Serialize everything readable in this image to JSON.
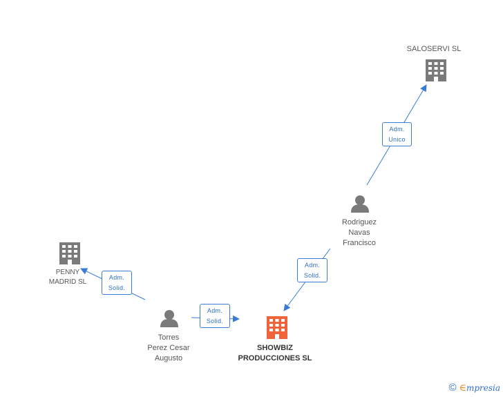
{
  "colors": {
    "edge": "#3a7bd5",
    "company": "#7a7a7a",
    "focus_company": "#f0643c",
    "person": "#7a7a7a",
    "label_text": "#555555"
  },
  "nodes": {
    "saloservi": {
      "label": "SALOSERVI SL",
      "icon": "building-icon"
    },
    "rodriguez": {
      "label": "Rodriguez\nNavas\nFrancisco",
      "icon": "person-icon"
    },
    "penny": {
      "label": "PENNY\nMADRID  SL",
      "icon": "building-icon"
    },
    "torres": {
      "label": "Torres\nPerez Cesar\nAugusto",
      "icon": "person-icon"
    },
    "showbiz": {
      "label": "SHOWBIZ\nPRODUCCIONES SL",
      "icon": "building-icon"
    }
  },
  "edges": {
    "rodriguez_saloservi": {
      "label": "Adm.\nUnico"
    },
    "rodriguez_showbiz": {
      "label": "Adm.\nSolid."
    },
    "torres_penny": {
      "label": "Adm.\nSolid."
    },
    "torres_showbiz": {
      "label": "Adm.\nSolid."
    }
  },
  "footer": {
    "copyright_symbol": "©",
    "brand_initial": "∈",
    "brand_rest": "mpresia"
  }
}
